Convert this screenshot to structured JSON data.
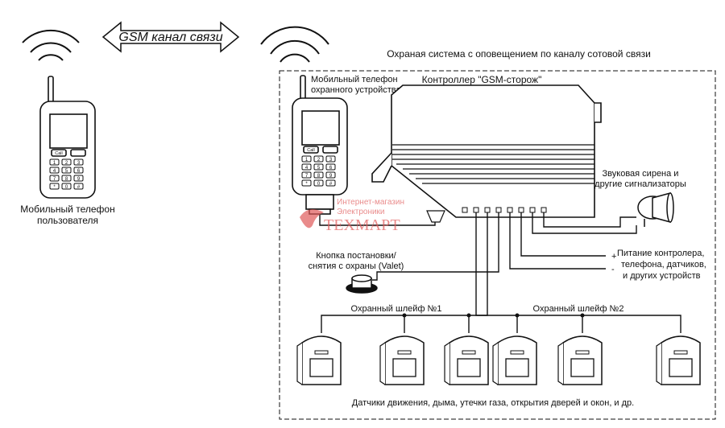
{
  "arrow_label": "GSM канал связи",
  "system_title": "Охраная система с оповещением по каналу сотовой связи",
  "user_phone_label": [
    "Мобильный телефон",
    "пользователя"
  ],
  "guard_phone_label": [
    "Мобильный телефон",
    "охранного устройства"
  ],
  "controller_label": "Контроллер \"GSM-сторож\"",
  "siren_label": [
    "Звуковая сирена и",
    "другие сигнализаторы"
  ],
  "power_label": [
    "Питание контролера,",
    "телефона, датчиков,",
    "и других устройств"
  ],
  "power_plus": "+",
  "power_minus": "-",
  "valet_label": [
    "Кнопка постановки/",
    "снятия с охраны (Valet)"
  ],
  "loop1_label": "Охранный шлейф №1",
  "loop2_label": "Охранный шлейф №2",
  "sensors_label": "Датчики движения, дыма, утечки газа, открытия дверей и окон, и др.",
  "phone_call_key": "Call",
  "phone_keys": [
    "1",
    "2",
    "3",
    "4",
    "5",
    "6",
    "7",
    "8",
    "9",
    "*",
    "0",
    "#"
  ],
  "watermark": {
    "line1": "Интернет-магазин",
    "line2": "Электроники",
    "brand": "ТЕХМАРТ"
  },
  "colors": {
    "line": "#111111",
    "watermark": "#e05a5a"
  }
}
